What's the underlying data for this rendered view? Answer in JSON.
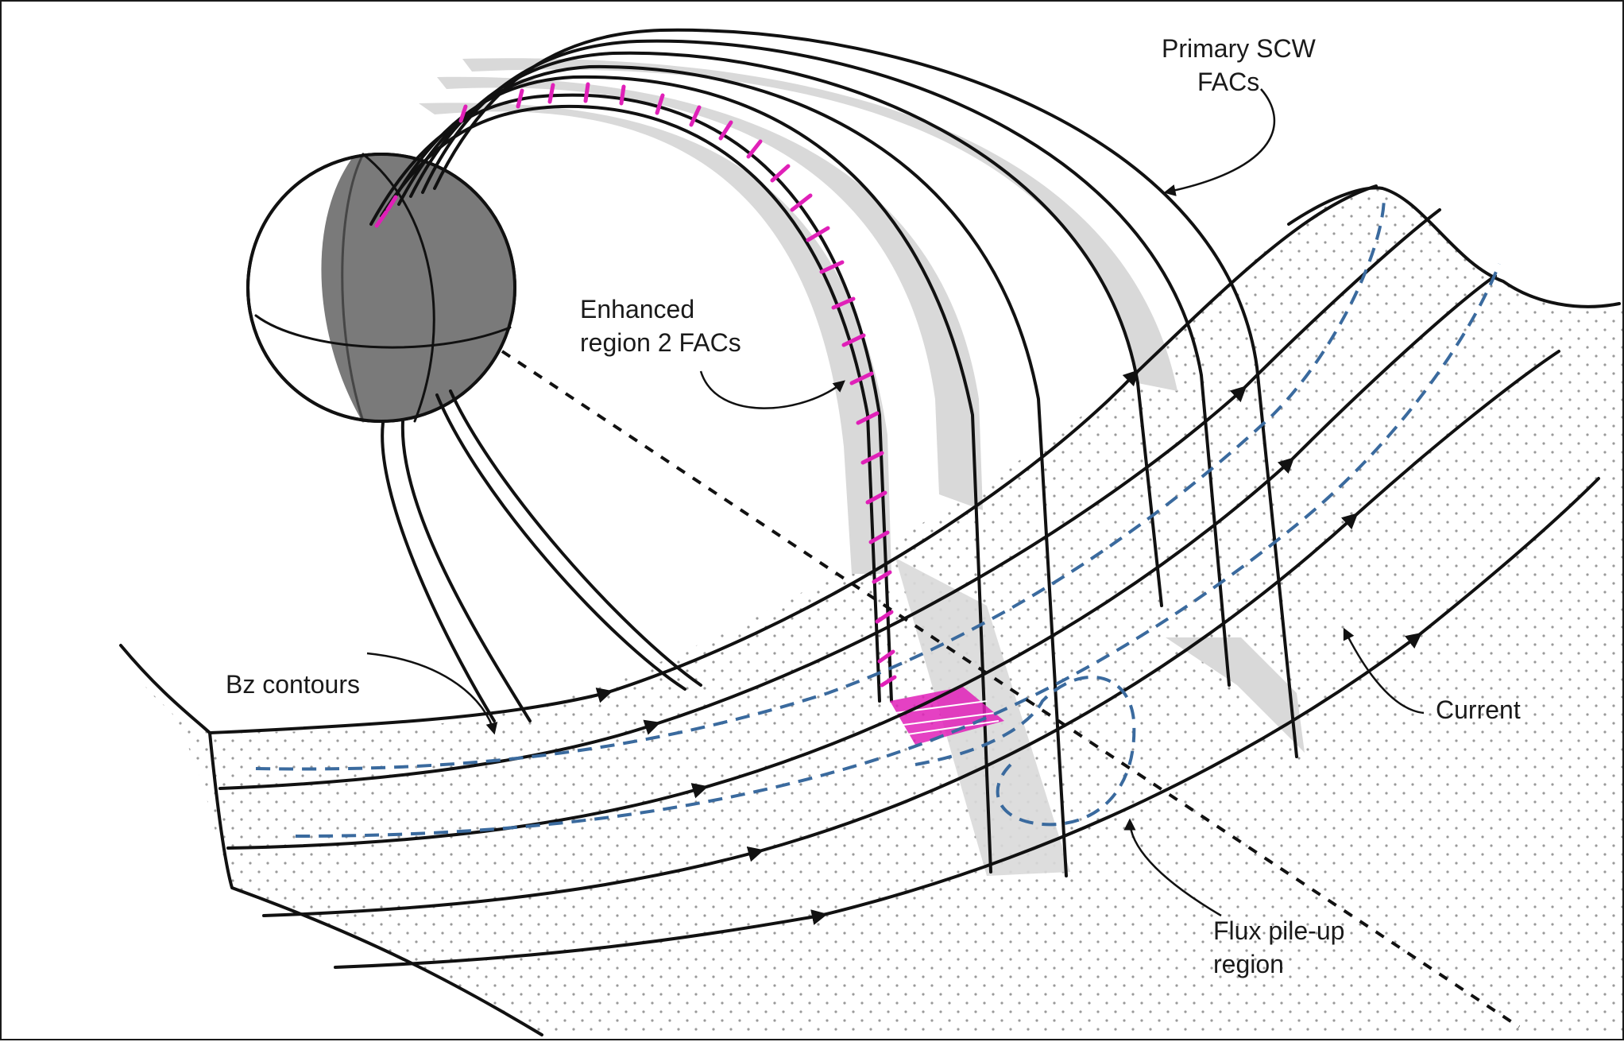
{
  "labels": {
    "primary_scw_line1": "Primary SCW",
    "primary_scw_line2": "FACs",
    "enhanced_line1": "Enhanced",
    "enhanced_line2": "region 2 FACs",
    "bz_contours": "Bz contours",
    "current": "Current",
    "flux_line1": "Flux pile-up",
    "flux_line2": "region"
  },
  "colors": {
    "outline": "#111111",
    "earth_shade": "#7a7a7a",
    "wedge_fill": "#d9d9d9",
    "region2_magenta": "#e020b8",
    "bz_dashed_blue": "#3a6a9e",
    "plasma_sheet_dots": "#9a9a9a"
  },
  "icons": {
    "earth": "earth-globe-icon",
    "arrowheads": "current-direction-arrow-icon"
  }
}
